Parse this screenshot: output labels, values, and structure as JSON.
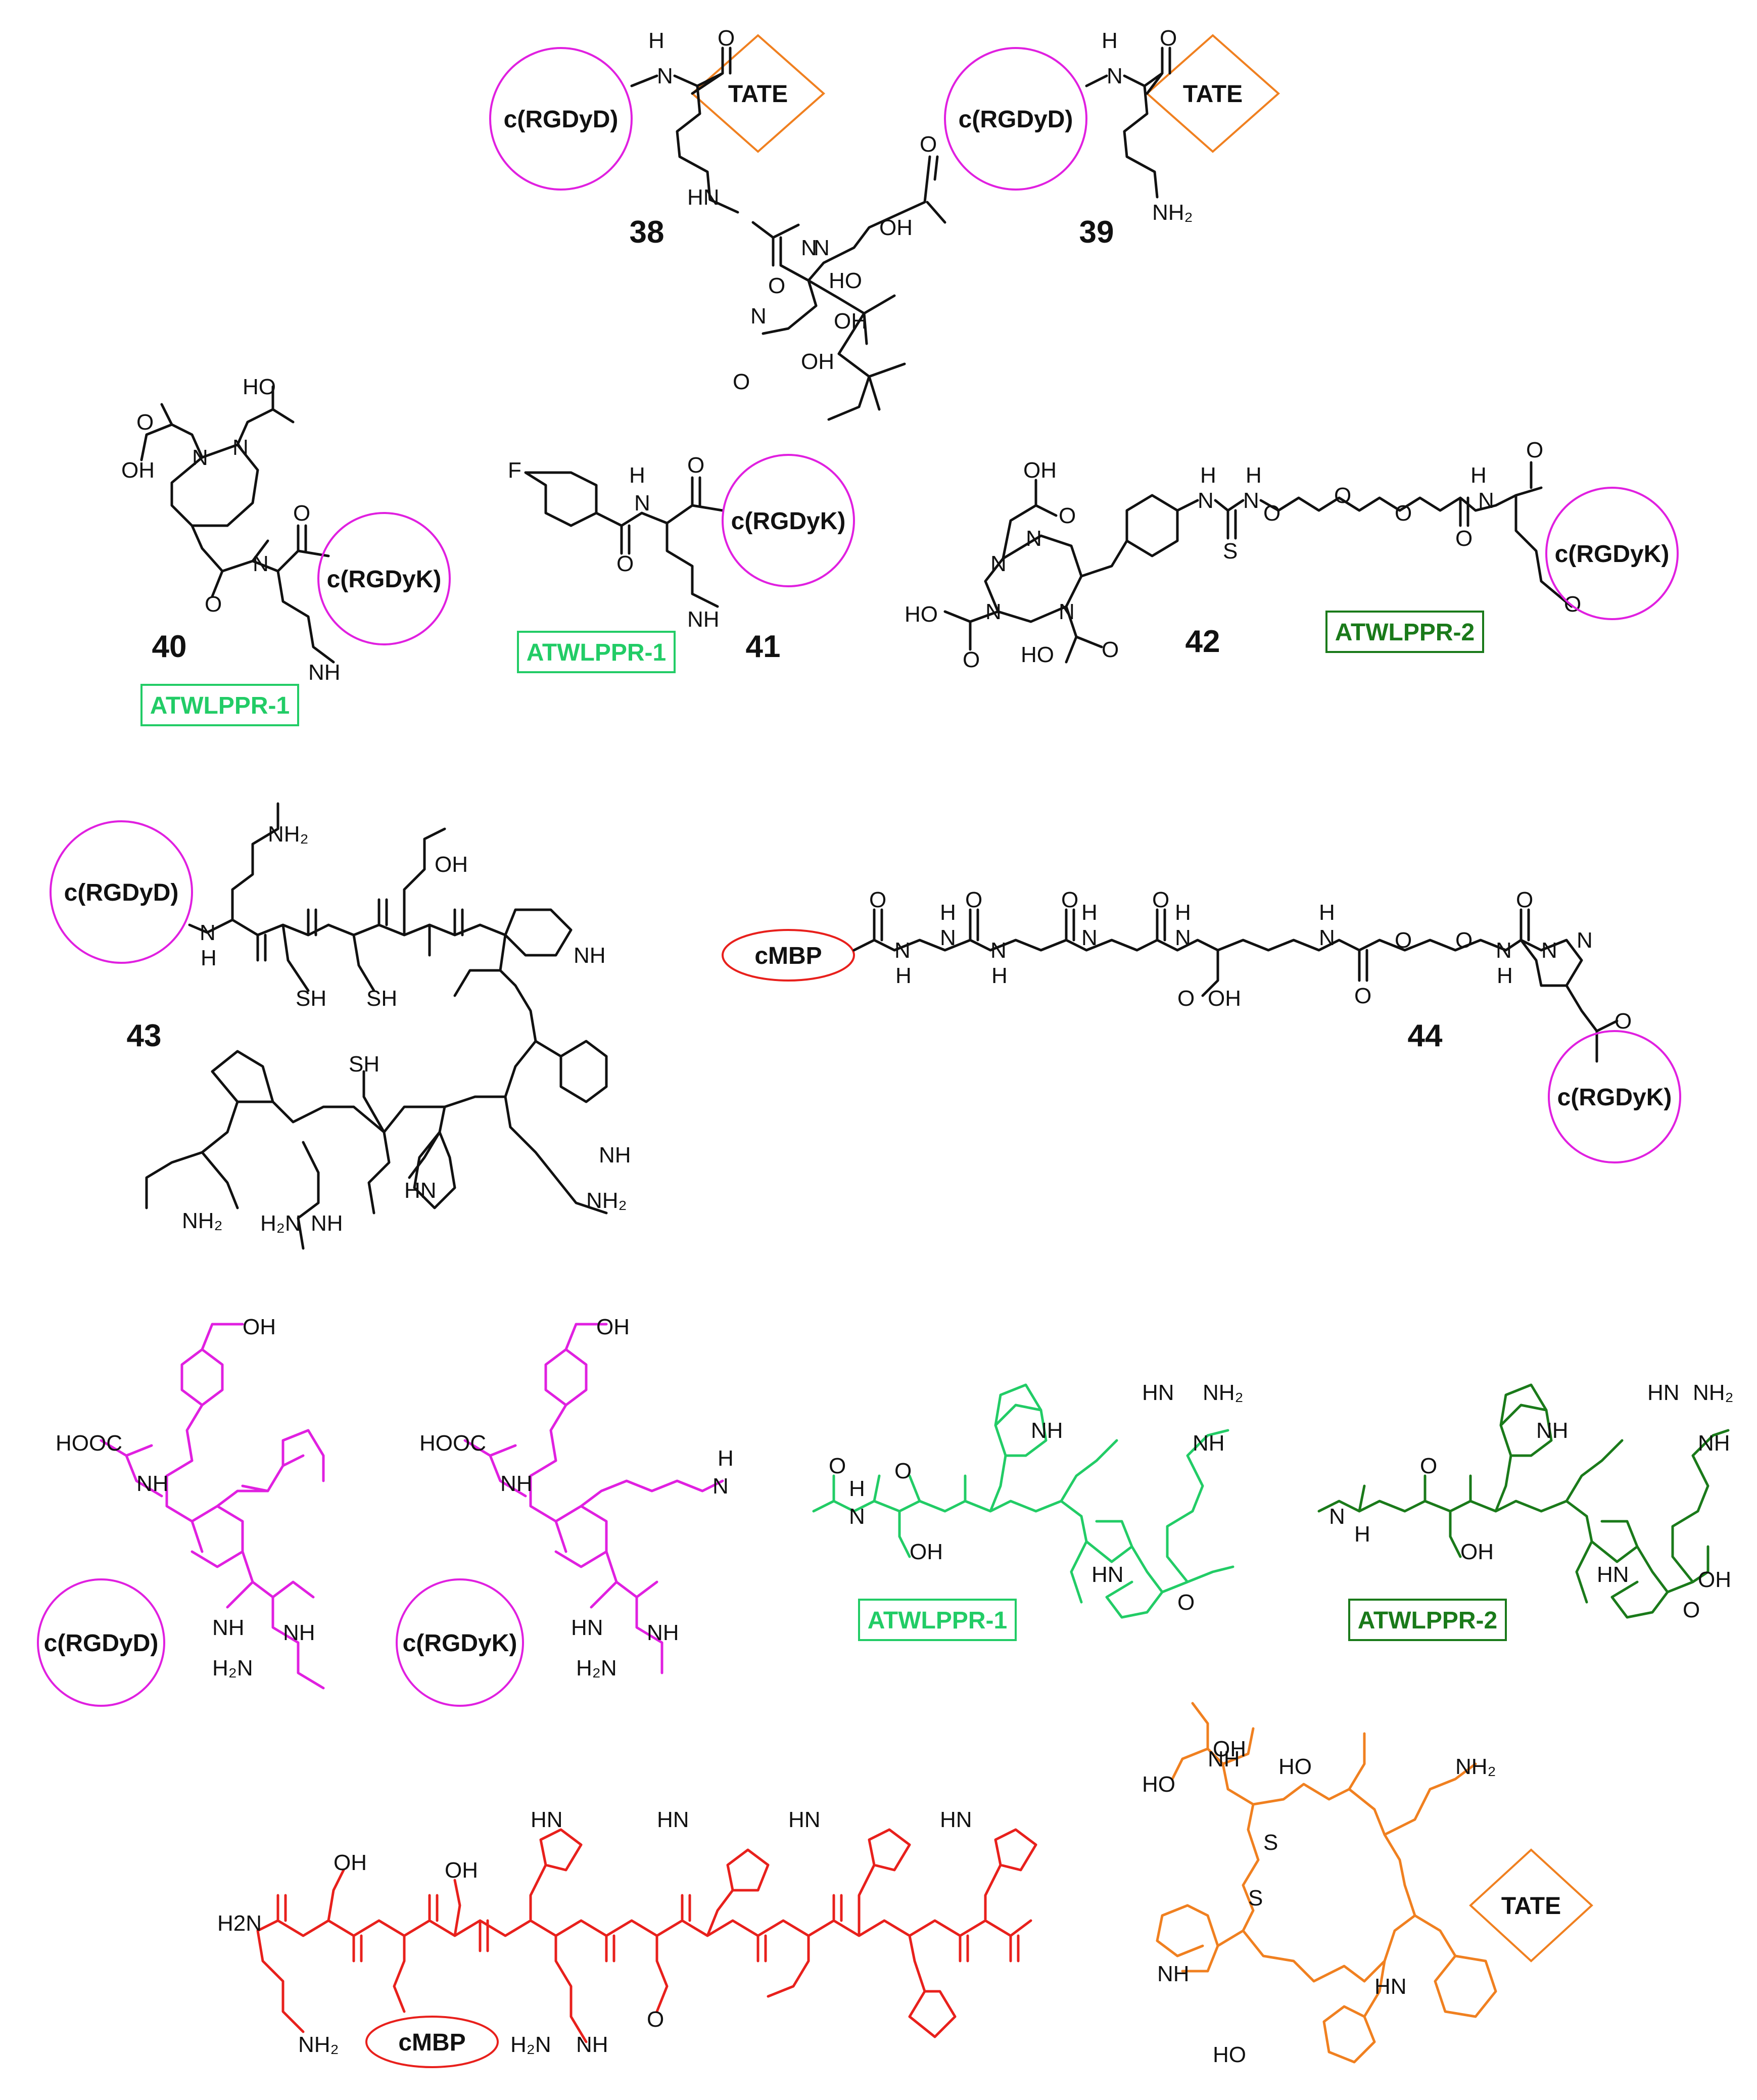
{
  "compounds": {
    "c38": {
      "number": "38",
      "circle_label": "c(RGDyD)",
      "diamond_label": "TATE"
    },
    "c39": {
      "number": "39",
      "circle_label": "c(RGDyD)",
      "diamond_label": "TATE"
    },
    "c40": {
      "number": "40",
      "circle_label": "c(RGDyK)",
      "box_label": "ATWLPPR-1"
    },
    "c41": {
      "number": "41",
      "circle_label": "c(RGDyK)",
      "box_label": "ATWLPPR-1"
    },
    "c42": {
      "number": "42",
      "circle_label": "c(RGDyK)",
      "box_label": "ATWLPPR-2"
    },
    "c43": {
      "number": "43",
      "circle_label": "c(RGDyD)"
    },
    "c44": {
      "number": "44",
      "ellipse_label": "cMBP",
      "circle_label": "c(RGDyK)"
    }
  },
  "legend": {
    "rgdyd": "c(RGDyD)",
    "rgdyk": "c(RGDyK)",
    "atwlppr1": "ATWLPPR-1",
    "atwlppr2": "ATWLPPR-2",
    "cmbp": "cMBP",
    "tate": "TATE"
  },
  "atoms": {
    "H": "H",
    "N": "N",
    "O": "O",
    "S": "S",
    "F": "F",
    "OH": "OH",
    "HO": "HO",
    "NH": "NH",
    "HN": "HN",
    "NH2": "NH2",
    "H2N": "H2N",
    "HOOC": "HOOC",
    "SH": "SH",
    "NH2_sub": "NH₂",
    "H2N_sub": "H₂N"
  },
  "colors": {
    "bond": "#111111",
    "rgd": "#e020e0",
    "atwlppr1": "#22cc66",
    "atwlppr2": "#1a7a1a",
    "cmbp": "#e8201c",
    "tate": "#f08020"
  }
}
